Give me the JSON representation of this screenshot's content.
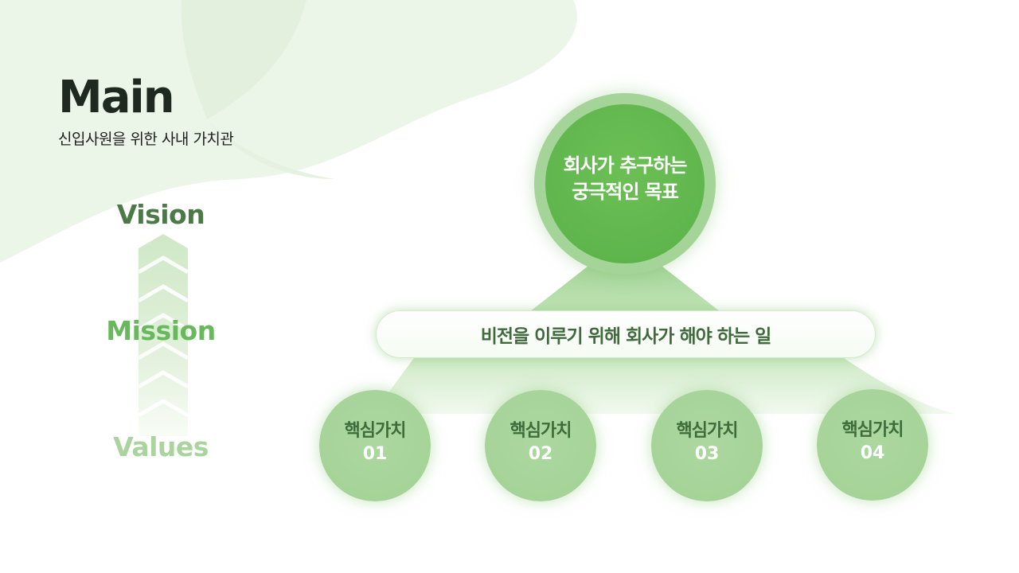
{
  "header": {
    "title": "Main",
    "subtitle": "신입사원을 위한 사내 가치관"
  },
  "ladder": {
    "vision": "Vision",
    "mission": "Mission",
    "values": "Values",
    "arrow_icon": "chevron-up-arrow-icon"
  },
  "diagram": {
    "top_circle": {
      "line1": "회사가 추구하는",
      "line2": "궁극적인 목표"
    },
    "mission_bar": {
      "label": "비전을 이루기 위해 회사가 해야 하는 일"
    },
    "values": [
      {
        "title": "핵심가치",
        "number": "01"
      },
      {
        "title": "핵심가치",
        "number": "02"
      },
      {
        "title": "핵심가치",
        "number": "03"
      },
      {
        "title": "핵심가치",
        "number": "04"
      }
    ]
  },
  "colors": {
    "primary_green": "#5fb64d",
    "ring_green": "#a4d497",
    "value_green": "#a5d398",
    "dark_green_text": "#3e6a3c",
    "vision_text": "#4c7a46",
    "mission_text": "#68b95c",
    "values_text": "#a9d49d",
    "title_highlight": "#a8d79d",
    "background_blob": "#e9f4e5"
  }
}
